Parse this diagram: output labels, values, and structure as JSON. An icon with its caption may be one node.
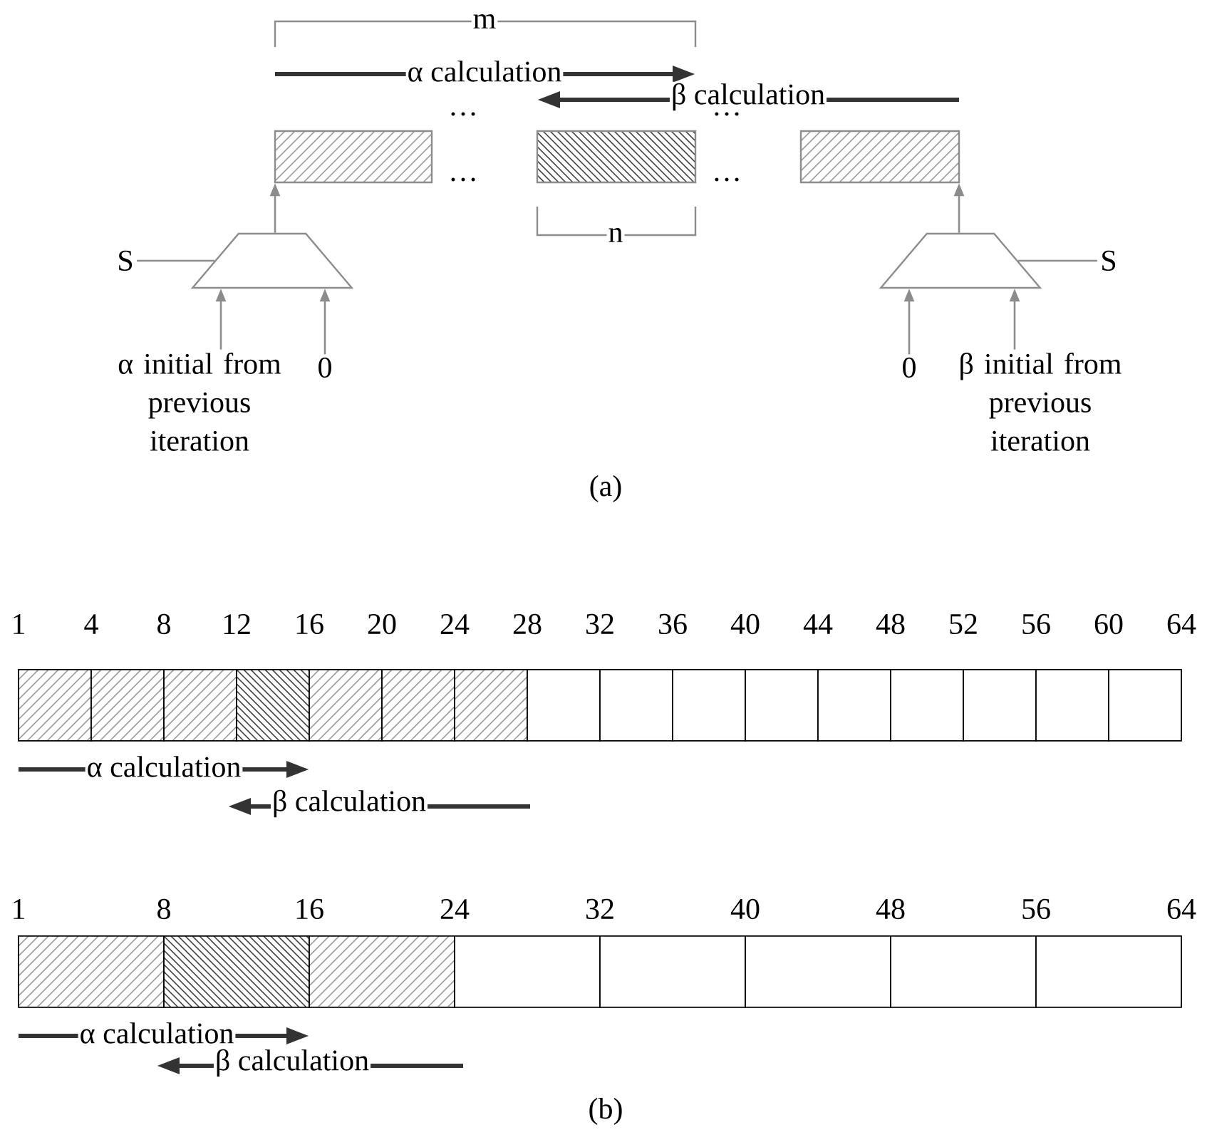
{
  "diagram": {
    "nodes": [
      {
        "text": [],
        "shape": "box"
      },
      {
        "text": [],
        "shape": "box"
      },
      {
        "text": [],
        "shape": "box"
      },
      {
        "text": [],
        "shape": "trapezoid"
      },
      {
        "text": [],
        "shape": "trapezoid"
      },
      {
        "text": [
          "S"
        ]
      },
      {
        "text": [
          "α initial from previous iteration"
        ]
      },
      {
        "text": [
          "0"
        ]
      },
      {
        "text": [
          "0"
        ]
      },
      {
        "text": [
          "β initial from previous iteration"
        ]
      },
      {
        "text": [
          "S"
        ]
      },
      {
        "text": [],
        "shape": "box"
      },
      {
        "text": [],
        "shape": "box"
      },
      {
        "text": [],
        "shape": "box"
      },
      {
        "text": [],
        "shape": "box"
      },
      {
        "text": [],
        "shape": "box"
      },
      {
        "text": [],
        "shape": "box"
      },
      {
        "text": [],
        "shape": "box"
      },
      {
        "text": [],
        "shape": "box"
      },
      {
        "text": [],
        "shape": "box"
      },
      {
        "text": [],
        "shape": "box"
      },
      {
        "text": [],
        "shape": "box"
      },
      {
        "text": [],
        "shape": "box"
      },
      {
        "text": [],
        "shape": "box"
      },
      {
        "text": [],
        "shape": "box"
      },
      {
        "text": [],
        "shape": "box"
      },
      {
        "text": [],
        "shape": "box"
      },
      {
        "text": [],
        "shape": "box"
      },
      {
        "text": [],
        "shape": "box"
      },
      {
        "text": [],
        "shape": "box"
      },
      {
        "text": [],
        "shape": "box"
      },
      {
        "text": [],
        "shape": "box"
      },
      {
        "text": [],
        "shape": "box"
      },
      {
        "text": [],
        "shape": "box"
      },
      {
        "text": [],
        "shape": "box"
      }
    ],
    "edges": [
      {
        "from": 3,
        "to": 0,
        "arrow": "to"
      },
      {
        "from": 5,
        "to": 3,
        "arrow": "none"
      },
      {
        "from": 6,
        "to": 3,
        "arrow": "to"
      },
      {
        "from": 7,
        "to": 3,
        "arrow": "to"
      },
      {
        "from": 4,
        "to": 2,
        "arrow": "to"
      },
      {
        "from": 10,
        "to": 4,
        "arrow": "none"
      },
      {
        "from": 8,
        "to": 4,
        "arrow": "to"
      },
      {
        "from": 9,
        "to": 4,
        "arrow": "to"
      }
    ],
    "labels": [
      "m",
      "α calculation",
      "β calculation",
      "…",
      "…",
      "…",
      "…",
      "n",
      "(a)",
      "1",
      "4",
      "8",
      "12",
      "16",
      "20",
      "24",
      "28",
      "32",
      "36",
      "40",
      "44",
      "48",
      "52",
      "56",
      "60",
      "64",
      "α calculation",
      "β calculation",
      "1",
      "8",
      "16",
      "24",
      "32",
      "40",
      "48",
      "56",
      "64",
      "α calculation",
      "β calculation",
      "(b)"
    ]
  }
}
